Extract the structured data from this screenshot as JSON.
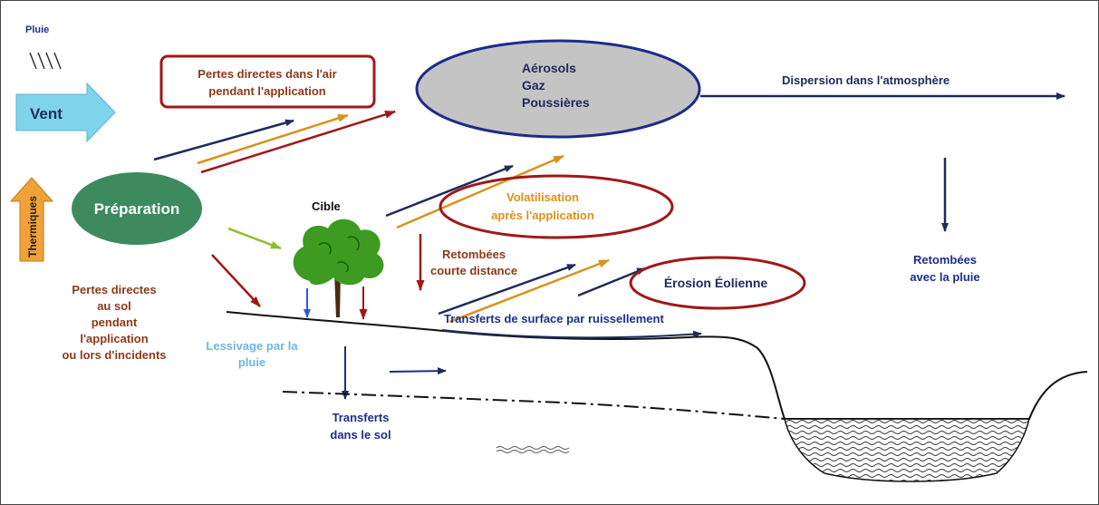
{
  "labels": {
    "pluie": "Pluie",
    "vent": "Vent",
    "thermiques": "Thermiques",
    "preparation": "Préparation",
    "pertes_air_line1": "Pertes directes dans l'air",
    "pertes_air_line2": "pendant l'application",
    "aerosols": "Aérosols",
    "gaz": "Gaz",
    "poussieres": "Poussières",
    "dispersion": "Dispersion  dans l'atmosphère",
    "cible": "Cible",
    "volatilisation_line1": "Volatilisation",
    "volatilisation_line2": "après l'application",
    "retombees_courte_line1": "Retombées",
    "retombees_courte_line2": "courte distance",
    "erosion": "Érosion Éolienne",
    "retombees_pluie_line1": "Retombées",
    "retombees_pluie_line2": "avec la pluie",
    "pertes_sol_line1": "Pertes directes",
    "pertes_sol_line2": "au sol",
    "pertes_sol_line3": "pendant",
    "pertes_sol_line4": "l'application",
    "pertes_sol_line5": "ou lors d'incidents",
    "lessivage_line1": "Lessivage par la",
    "lessivage_line2": "pluie",
    "transferts_surface": "Transferts de surface par ruissellement",
    "transferts_sol_line1": "Transferts",
    "transferts_sol_line2": "dans le sol"
  },
  "colors": {
    "navy": "#1f2a5c",
    "dark_red": "#a01818",
    "orange": "#d8921c",
    "brown_text": "#8b3a1a",
    "blue_text": "#1c2f8a",
    "light_blue_text": "#6fb6d8",
    "green_ellipse": "#3d8a5e",
    "gray_ellipse": "#c0c0c0",
    "vent_arrow": "#7fd3ea"
  }
}
